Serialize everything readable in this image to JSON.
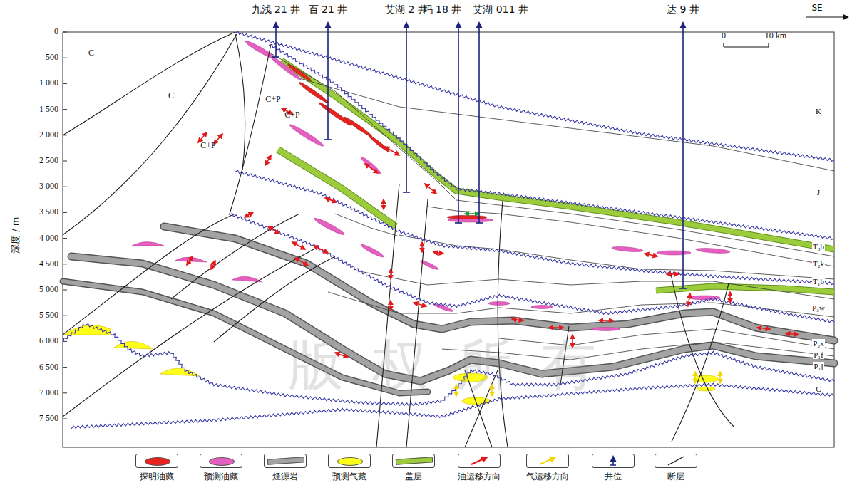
{
  "diagram": {
    "labels": [
      "九浅 21 井",
      "百 21 井",
      "艾湖 2 井",
      "玛 18 井",
      "艾湖 011 井",
      "达 9 井",
      "SE",
      "0",
      "500",
      "1 000",
      "1 500",
      "2 000",
      "2 500",
      "3 000",
      "3 500",
      "4 000",
      "4 500",
      "5 000",
      "5 500",
      "6 000",
      "6 500",
      "7 000",
      "7 500",
      "深度 / m",
      "0",
      "10 km",
      "C",
      "C",
      "C+P",
      "C+P",
      "C+P",
      "K",
      "J",
      "T₃b",
      "T₂k",
      "T₁b",
      "P₃w",
      "P₂x",
      "P₁f",
      "P₁j",
      "C",
      "版权所有"
    ],
    "legend": [
      {
        "text": "探明油藏",
        "color": "#e8231f"
      },
      {
        "text": "预测油藏",
        "color": "#e45fc0"
      },
      {
        "text": "烃源岩",
        "color": "#a3a3a3"
      },
      {
        "text": "预测气藏",
        "color": "#ffff1a"
      },
      {
        "text": "盖层",
        "color": "#9ccc3c"
      },
      {
        "text": "油运移方向"
      },
      {
        "text": "气运移方向"
      },
      {
        "text": "井位"
      },
      {
        "text": "断层"
      }
    ]
  }
}
